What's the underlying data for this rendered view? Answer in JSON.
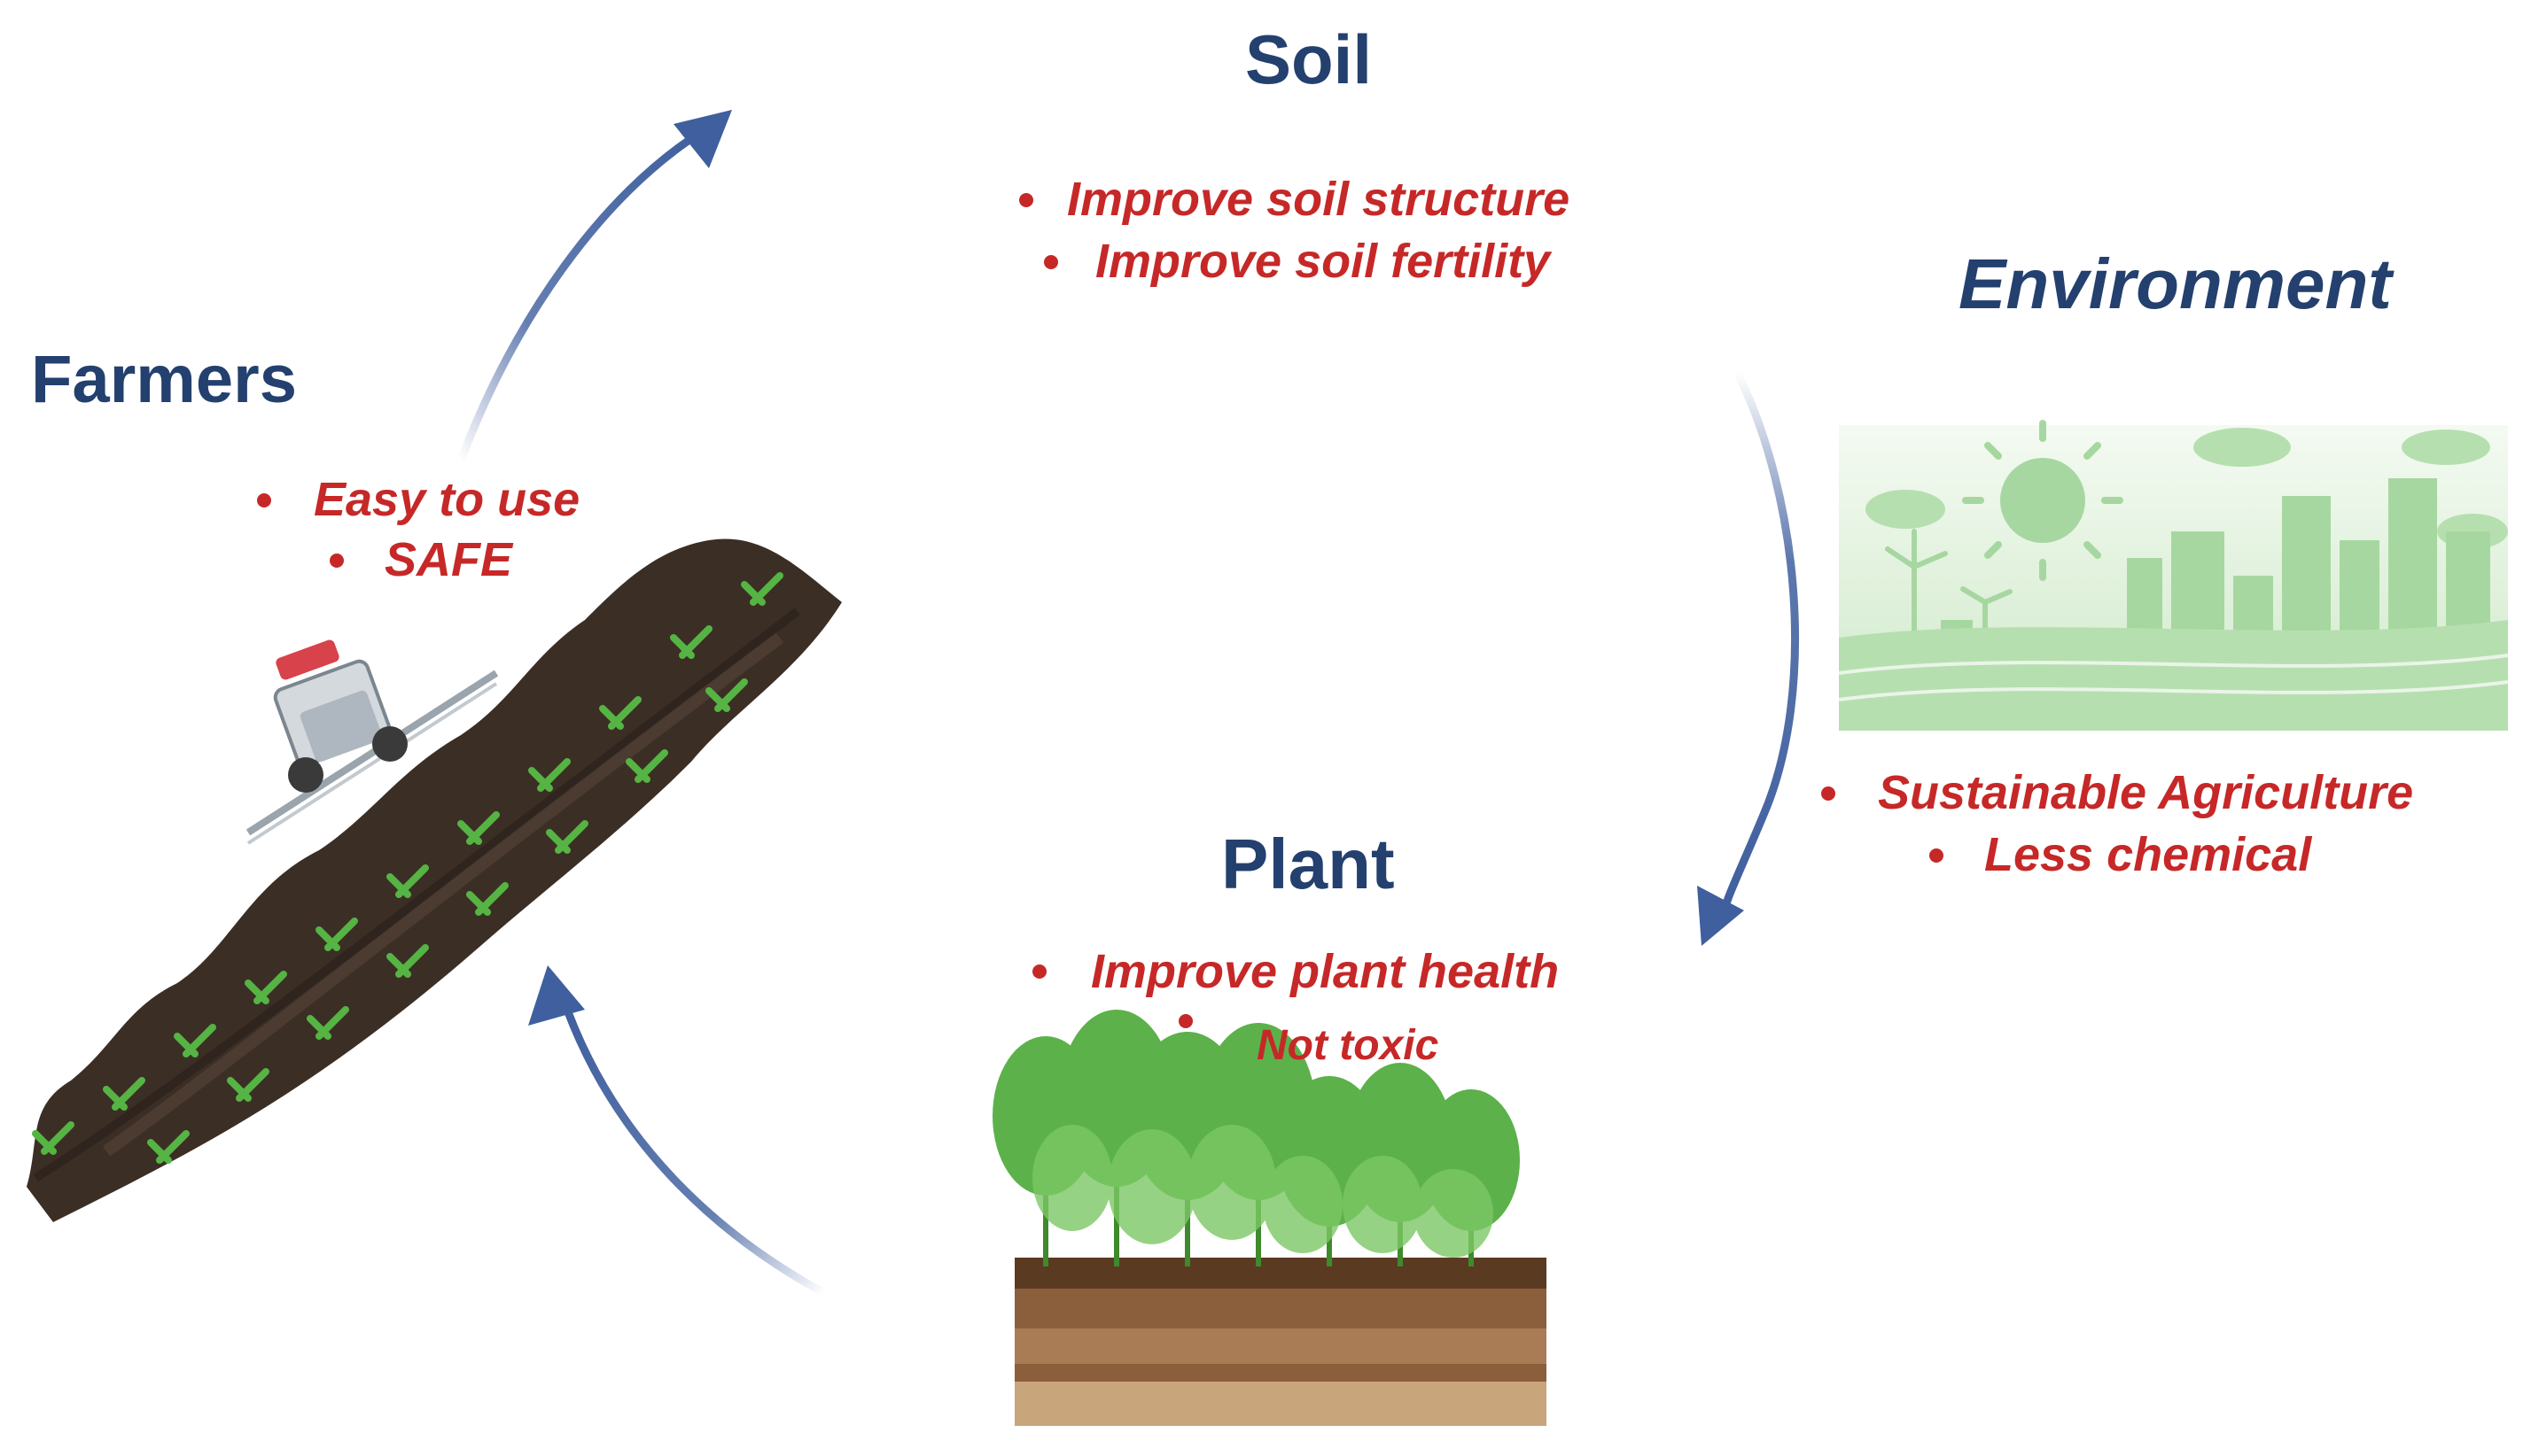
{
  "headings": {
    "soil": "Soil",
    "environment": "Environment",
    "farmers": "Farmers",
    "plant": "Plant"
  },
  "soil_points": [
    "Improve soil structure",
    "Improve soil fertility"
  ],
  "environment_points": [
    "Sustainable Agriculture",
    "Less chemical"
  ],
  "farmers_points": [
    "Easy to use",
    "SAFE"
  ],
  "plant_points": [
    "Improve plant health",
    "Not toxic"
  ],
  "colors": {
    "heading": "#23406e",
    "bullet_text": "#c62828",
    "arrow": "#3f5f9e",
    "soil_dark": "#3b2e25",
    "crop_green": "#55b443",
    "city_green": "#a7d7a0"
  },
  "icons": [
    "tractor-sprayer-icon",
    "crop-field-icon",
    "green-city-icon",
    "plant-soil-icon"
  ]
}
